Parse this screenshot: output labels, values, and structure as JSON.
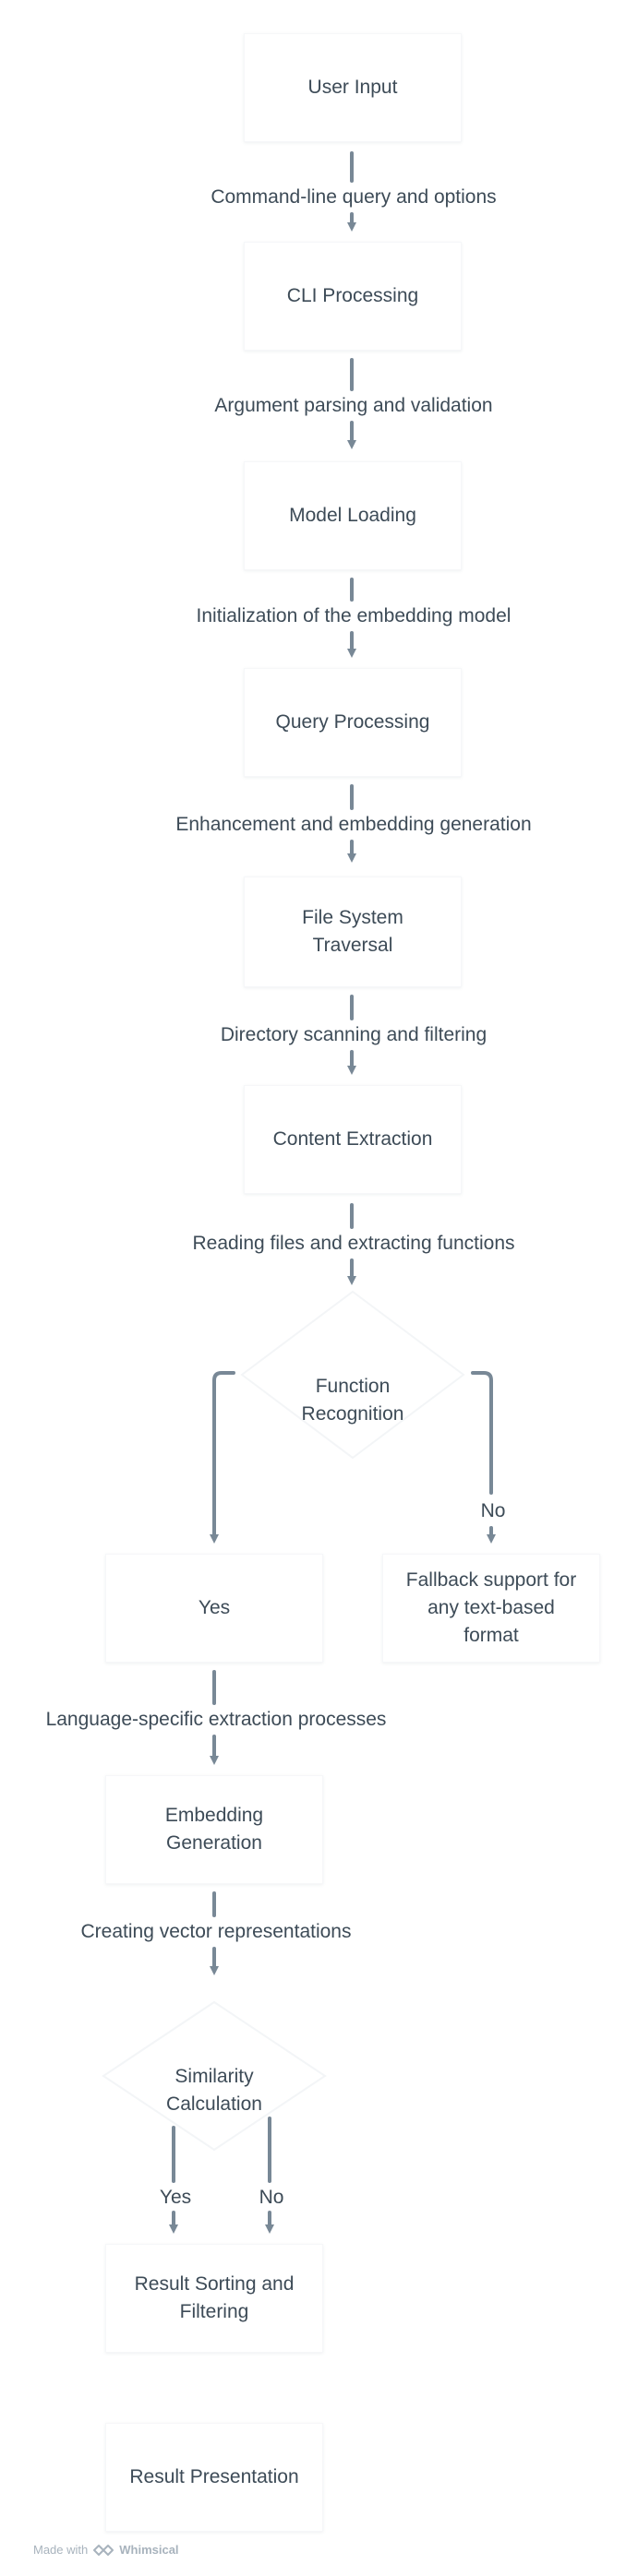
{
  "nodes": {
    "user_input": "User Input",
    "cli_processing": "CLI Processing",
    "model_loading": "Model Loading",
    "query_processing": "Query Processing",
    "file_system_traversal": "File System\nTraversal",
    "content_extraction": "Content Extraction",
    "function_recognition": "Function\nRecognition",
    "yes_node": "Yes",
    "fallback_support": "Fallback support for\nany text-based\nformat",
    "embedding_generation": "Embedding\nGeneration",
    "similarity_calculation": "Similarity\nCalculation",
    "result_sorting": "Result Sorting and\nFiltering",
    "result_presentation": "Result Presentation"
  },
  "edges": {
    "e1": "Command-line query and options",
    "e2": "Argument parsing and validation",
    "e3": "Initialization of the embedding model",
    "e4": "Enhancement and embedding generation",
    "e5": "Directory scanning and filtering",
    "e6": "Reading files and extracting functions",
    "e7_no": "No",
    "e8": "Language-specific extraction processes",
    "e9": "Creating vector representations",
    "e10_yes": "Yes",
    "e11_no": "No"
  },
  "footer": {
    "made_with": "Made with",
    "brand": "Whimsical"
  },
  "colors": {
    "connector": "#788896",
    "text": "#3d4b57",
    "footer": "#a8b3bd"
  }
}
